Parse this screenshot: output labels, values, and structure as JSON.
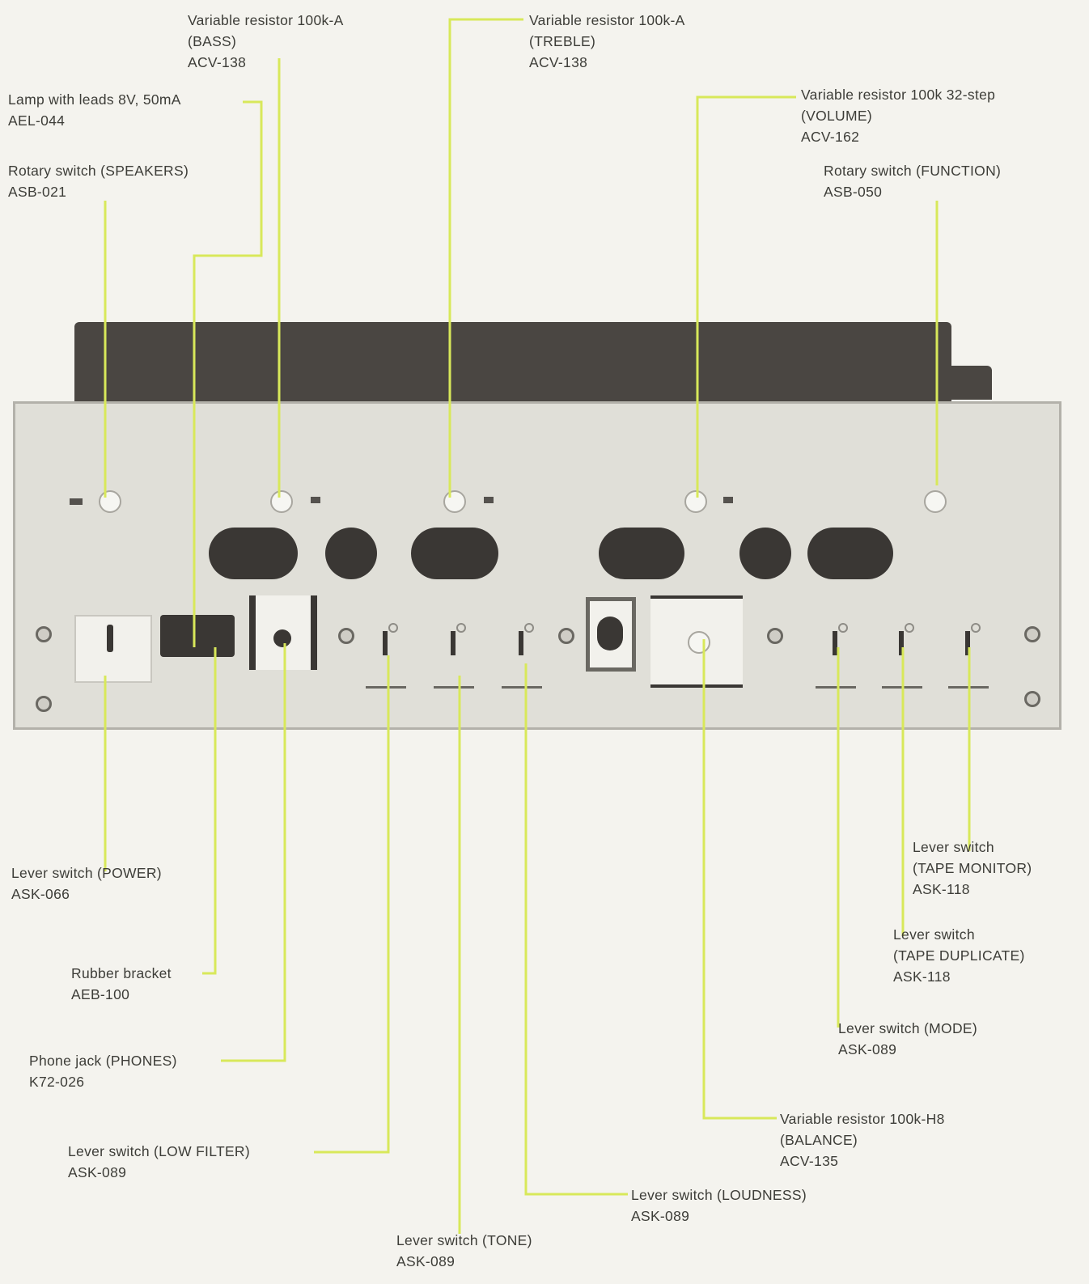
{
  "callouts": {
    "lamp": {
      "line1": "Lamp with leads 8V, 50mA",
      "line2": "AEL-044"
    },
    "speakers": {
      "line1": "Rotary switch (SPEAKERS)",
      "line2": "ASB-021"
    },
    "bass": {
      "line1": "Variable resistor 100k-A",
      "line2": "(BASS)",
      "line3": "ACV-138"
    },
    "treble": {
      "line1": "Variable resistor 100k-A",
      "line2": "(TREBLE)",
      "line3": "ACV-138"
    },
    "volume": {
      "line1": "Variable resistor 100k 32-step",
      "line2": "(VOLUME)",
      "line3": "ACV-162"
    },
    "function": {
      "line1": "Rotary switch (FUNCTION)",
      "line2": "ASB-050"
    },
    "power": {
      "line1": "Lever switch (POWER)",
      "line2": "ASK-066"
    },
    "rubber": {
      "line1": "Rubber bracket",
      "line2": "AEB-100"
    },
    "phones": {
      "line1": "Phone jack (PHONES)",
      "line2": "K72-026"
    },
    "lowfilter": {
      "line1": "Lever switch (LOW FILTER)",
      "line2": "ASK-089"
    },
    "tone": {
      "line1": "Lever switch (TONE)",
      "line2": "ASK-089"
    },
    "loudness": {
      "line1": "Lever switch (LOUDNESS)",
      "line2": "ASK-089"
    },
    "balance": {
      "line1": "Variable resistor 100k-H8",
      "line2": "(BALANCE)",
      "line3": "ACV-135"
    },
    "mode": {
      "line1": "Lever switch (MODE)",
      "line2": "ASK-089"
    },
    "tapedup": {
      "line1": "Lever switch",
      "line2": "(TAPE DUPLICATE)",
      "line3": "ASK-118"
    },
    "tapemon": {
      "line1": "Lever switch",
      "line2": "(TAPE MONITOR)",
      "line3": "ASK-118"
    }
  },
  "colors": {
    "leader": "#d8e85a",
    "panel": "#e0dfd8",
    "dark": "#3a3734",
    "background": "#f4f3ee"
  }
}
